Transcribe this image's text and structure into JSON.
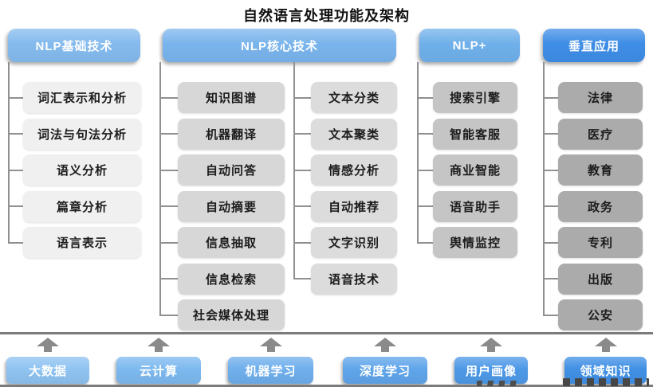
{
  "title": "自然语言处理功能及架构",
  "groups": [
    {
      "header": {
        "label": "NLP基础技术",
        "color": "#84baed"
      },
      "stacks": [
        {
          "box_color": "#f0f0f0",
          "items": [
            "词汇表示和分析",
            "词法与句法分析",
            "语义分析",
            "篇章分析",
            "语言表示"
          ]
        }
      ]
    },
    {
      "header": {
        "label": "NLP核心技术",
        "color": "#79b4ec"
      },
      "stacks": [
        {
          "box_color": "#d7d7d7",
          "items": [
            "知识图谱",
            "机器翻译",
            "自动问答",
            "自动摘要",
            "信息抽取",
            "信息检索",
            "社会媒体处理"
          ]
        },
        {
          "box_color": "#dcdcdc",
          "items": [
            "文本分类",
            "文本聚类",
            "情感分析",
            "自动推荐",
            "文字识别",
            "语音技术"
          ]
        }
      ]
    },
    {
      "header": {
        "label": "NLP+",
        "color": "#6fb0ea"
      },
      "stacks": [
        {
          "box_color": "#c5c5c5",
          "items": [
            "搜索引擎",
            "智能客服",
            "商业智能",
            "语音助手",
            "舆情监控"
          ]
        }
      ]
    },
    {
      "header": {
        "label": "垂直应用",
        "color": "#3e8de6"
      },
      "stacks": [
        {
          "box_color": "#ababab",
          "items": [
            "法律",
            "医疗",
            "教育",
            "政务",
            "专利",
            "出版",
            "公安"
          ]
        }
      ]
    }
  ],
  "foundation": {
    "items": [
      {
        "label": "大数据",
        "color": "#8fc3f1"
      },
      {
        "label": "云计算",
        "color": "#7db9ef"
      },
      {
        "label": "机器学习",
        "color": "#6fafec"
      },
      {
        "label": "深度学习",
        "color": "#60a5ea"
      },
      {
        "label": "用户画像",
        "color": "#4e99e7"
      },
      {
        "label": "领域知识",
        "color": "#4190e5"
      }
    ]
  },
  "colors": {
    "connector": "#909090",
    "rule_line": "#7b7b7b",
    "arrow": "#8a8a8a",
    "title_text": "#111111",
    "node_text": "#1c1c1c",
    "header_text": "#ffffff"
  }
}
